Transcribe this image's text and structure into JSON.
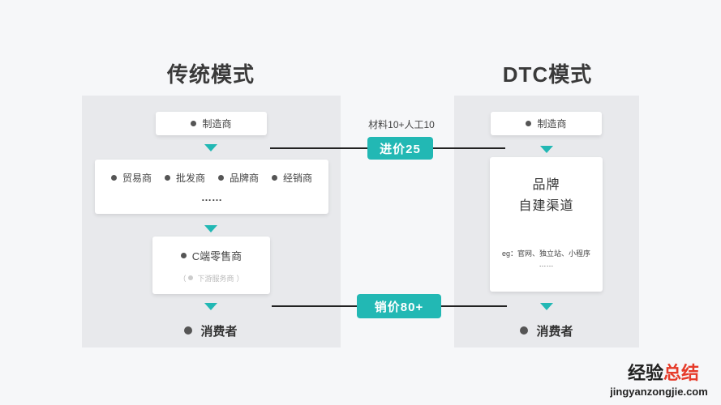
{
  "traditional": {
    "title": "传统模式",
    "manufacturer": "制造商",
    "middlemen": [
      "贸易商",
      "批发商",
      "品牌商",
      "经销商"
    ],
    "middlemen_more": "……",
    "retailer": "C端零售商",
    "downstream": "下游服务商",
    "consumer": "消费者"
  },
  "dtc": {
    "title": "DTC模式",
    "manufacturer": "制造商",
    "brand_line1": "品牌",
    "brand_line2": "自建渠道",
    "examples": "eg：官网、独立站、小程序",
    "examples_more": "……",
    "consumer": "消费者"
  },
  "cost_label": "材料10+人工10",
  "purchase_price": "进价25",
  "sale_price": "销价80+",
  "watermark": {
    "part1": "经验",
    "part2": "总结",
    "url": "jingyanzongjie.com"
  },
  "colors": {
    "accent": "#22b8b4",
    "panel": "#e8e9ec",
    "watermark_red": "#e63b2a"
  }
}
